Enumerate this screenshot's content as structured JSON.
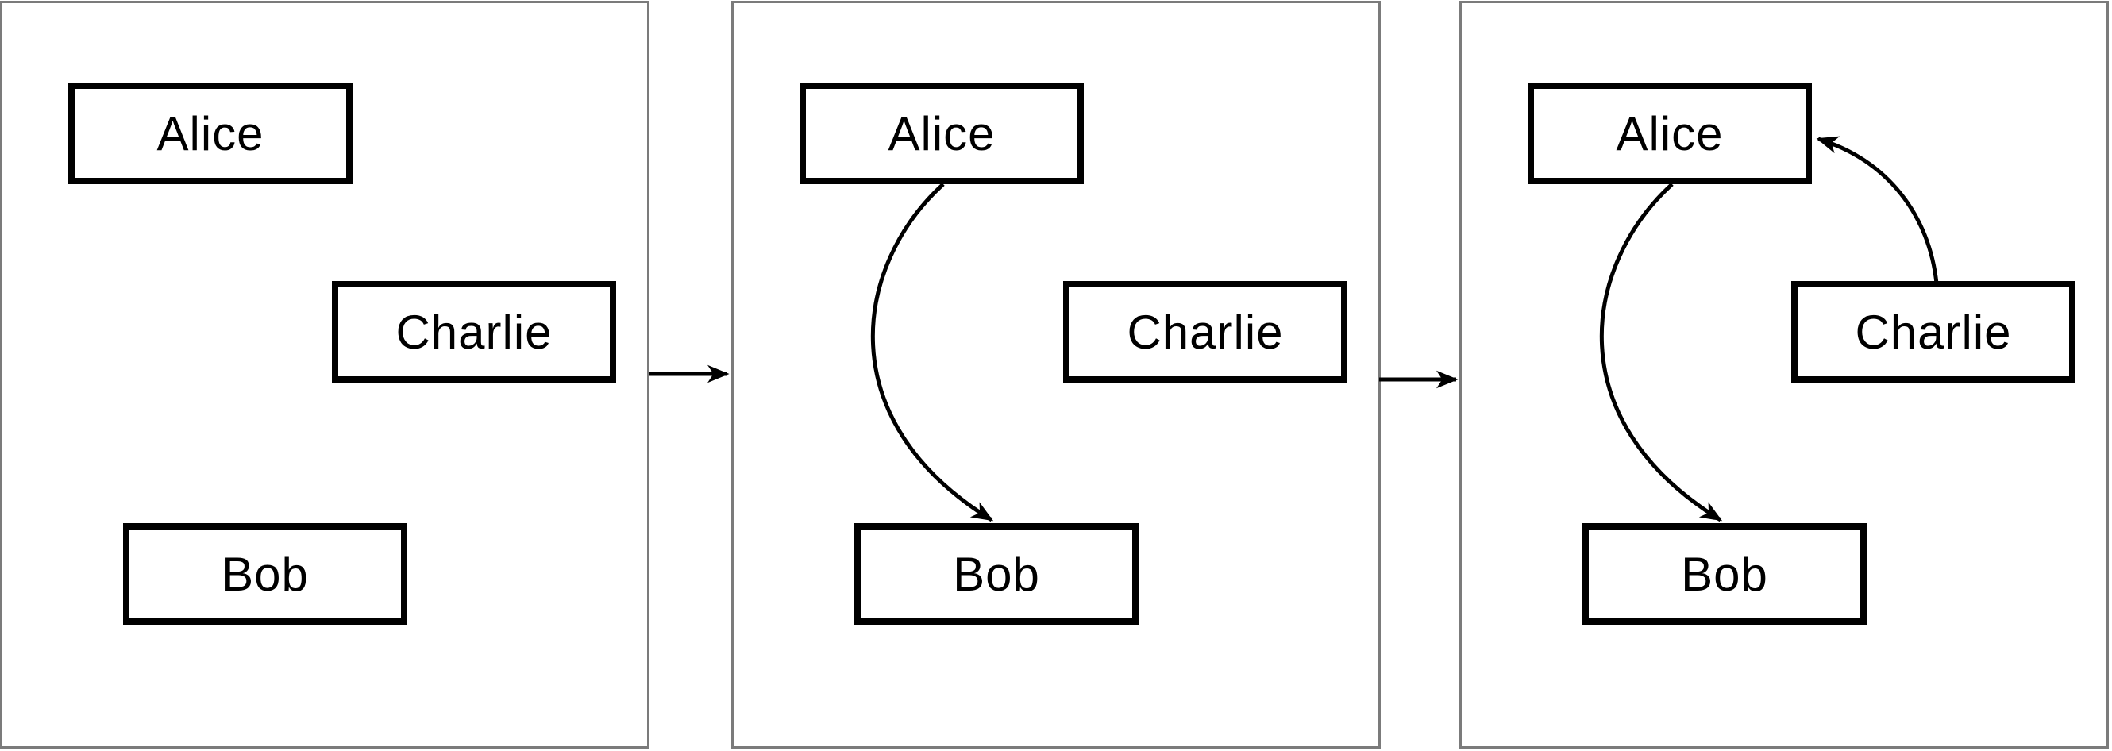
{
  "figure": {
    "background_color": "#ffffff",
    "panel_border_color": "#7b7b7b",
    "node_border_color": "#000000",
    "arrow_color": "#000000",
    "text_color": "#000000",
    "panels": [
      {
        "name": "state-1",
        "nodes": [
          {
            "id": "alice",
            "label": "Alice"
          },
          {
            "id": "charlie",
            "label": "Charlie"
          },
          {
            "id": "bob",
            "label": "Bob"
          }
        ],
        "edges": []
      },
      {
        "name": "state-2",
        "nodes": [
          {
            "id": "alice",
            "label": "Alice"
          },
          {
            "id": "charlie",
            "label": "Charlie"
          },
          {
            "id": "bob",
            "label": "Bob"
          }
        ],
        "edges": [
          {
            "from": "Alice",
            "to": "Bob"
          }
        ]
      },
      {
        "name": "state-3",
        "nodes": [
          {
            "id": "alice",
            "label": "Alice"
          },
          {
            "id": "charlie",
            "label": "Charlie"
          },
          {
            "id": "bob",
            "label": "Bob"
          }
        ],
        "edges": [
          {
            "from": "Alice",
            "to": "Bob"
          },
          {
            "from": "Charlie",
            "to": "Alice"
          }
        ]
      }
    ],
    "transitions": [
      {
        "from": "state-1",
        "to": "state-2"
      },
      {
        "from": "state-2",
        "to": "state-3"
      }
    ]
  }
}
